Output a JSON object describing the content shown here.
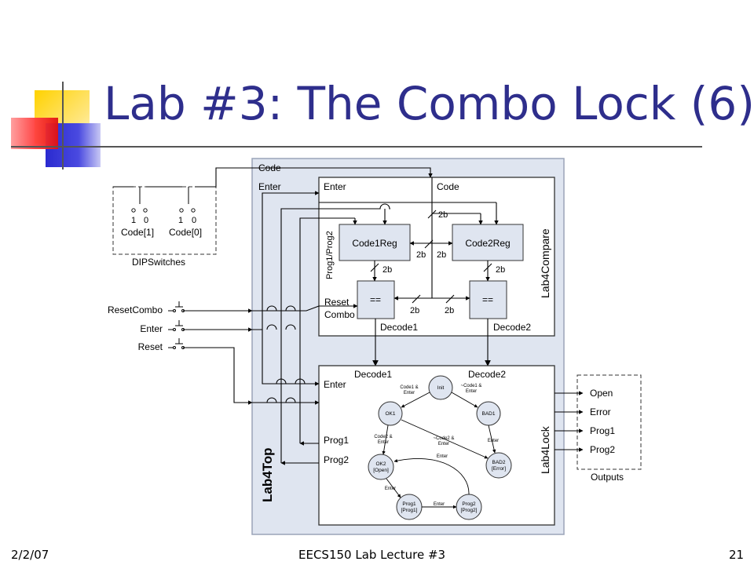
{
  "slide": {
    "title": "Lab #3: The Combo Lock (6)",
    "footer_date": "2/2/07",
    "footer_center": "EECS150 Lab Lecture #3",
    "page_number": "21"
  },
  "diagram": {
    "dip": {
      "title": "DIPSwitches",
      "switch_labels": [
        "1",
        "0",
        "1",
        "0"
      ],
      "code1": "Code[1]",
      "code0": "Code[0]"
    },
    "inputs": {
      "reset_combo": "ResetCombo",
      "enter": "Enter",
      "reset": "Reset"
    },
    "top": {
      "name": "Lab4Top",
      "code": "Code",
      "enter": "Enter"
    },
    "compare": {
      "name": "Lab4Compare",
      "enter": "Enter",
      "code": "Code",
      "prog": "Prog1/Prog2",
      "reset": "Reset",
      "combo": "Combo",
      "code1reg": "Code1Reg",
      "code2reg": "Code2Reg",
      "eq": "==",
      "decode1": "Decode1",
      "decode2": "Decode2",
      "width": "2b"
    },
    "lock": {
      "name": "Lab4Lock",
      "decode1": "Decode1",
      "decode2": "Decode2",
      "enter": "Enter",
      "prog1": "Prog1",
      "prog2": "Prog2",
      "states": {
        "init": "Init",
        "ok1": "OK1",
        "bad1": "BAD1",
        "ok2_a": "OK2",
        "ok2_b": "[Open]",
        "bad2_a": "BAD2",
        "bad2_b": "[Error]",
        "prog1_a": "Prog1",
        "prog1_b": "[Prog1]",
        "prog2_a": "Prog2",
        "prog2_b": "[Prog2]"
      },
      "transitions": {
        "code1_enter_a": "Code1 &",
        "code1_enter_b": "Enter",
        "ncode1_enter_a": "~Code1 &",
        "ncode1_enter_b": "Enter",
        "code2_enter_a": "Code2 &",
        "code2_enter_b": "Enter",
        "ncode2_enter_a": "~Code2 &",
        "ncode2_enter_b": "Enter",
        "enter": "Enter"
      }
    },
    "outputs": {
      "title": "Outputs",
      "items": [
        "Open",
        "Error",
        "Prog1",
        "Prog2"
      ]
    }
  }
}
